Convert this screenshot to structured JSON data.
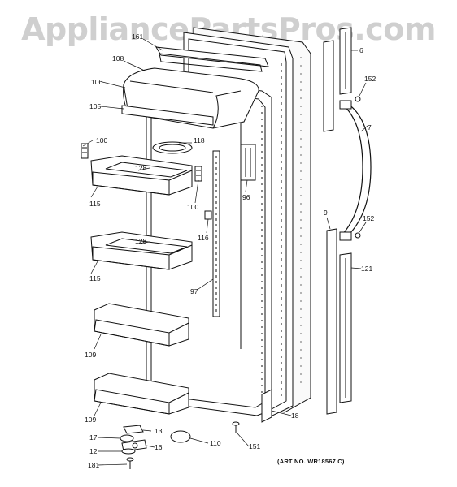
{
  "watermark": "AppliancePartsPros.com",
  "art_number": "(ART NO. WR18567 C)",
  "callouts": [
    {
      "id": "c161",
      "text": "161"
    },
    {
      "id": "c108",
      "text": "108"
    },
    {
      "id": "c106",
      "text": "106"
    },
    {
      "id": "c105",
      "text": "105"
    },
    {
      "id": "c100a",
      "text": "100"
    },
    {
      "id": "c118",
      "text": "118"
    },
    {
      "id": "c128a",
      "text": "128"
    },
    {
      "id": "c115a",
      "text": "115"
    },
    {
      "id": "c100b",
      "text": "100"
    },
    {
      "id": "c96",
      "text": "96"
    },
    {
      "id": "c116",
      "text": "116"
    },
    {
      "id": "c128b",
      "text": "128"
    },
    {
      "id": "c115b",
      "text": "115"
    },
    {
      "id": "c97",
      "text": "97"
    },
    {
      "id": "c109a",
      "text": "109"
    },
    {
      "id": "c109b",
      "text": "109"
    },
    {
      "id": "c13",
      "text": "13"
    },
    {
      "id": "c17",
      "text": "17"
    },
    {
      "id": "c16",
      "text": "16"
    },
    {
      "id": "c12",
      "text": "12"
    },
    {
      "id": "c181",
      "text": "181"
    },
    {
      "id": "c110",
      "text": "110"
    },
    {
      "id": "c151",
      "text": "151"
    },
    {
      "id": "c18",
      "text": "18"
    },
    {
      "id": "c6",
      "text": "6"
    },
    {
      "id": "c152a",
      "text": "152"
    },
    {
      "id": "c7",
      "text": "7"
    },
    {
      "id": "c9",
      "text": "9"
    },
    {
      "id": "c152b",
      "text": "152"
    },
    {
      "id": "c121",
      "text": "121"
    }
  ]
}
